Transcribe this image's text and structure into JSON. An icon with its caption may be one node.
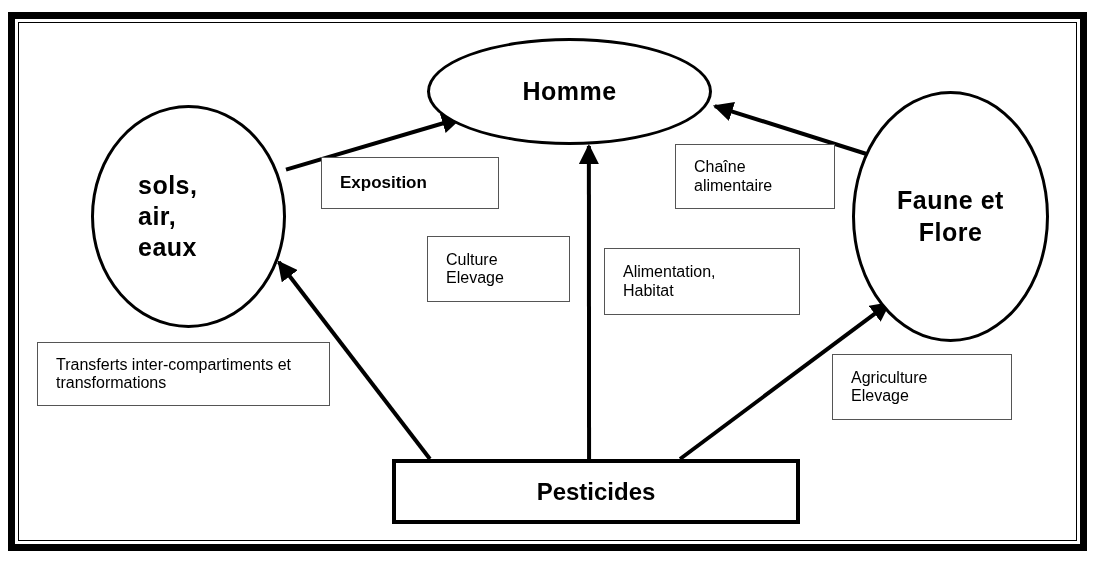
{
  "diagram": {
    "nodes": [
      {
        "text": [
          "Homme"
        ]
      },
      {
        "text": [
          "sols, air, eaux"
        ]
      },
      {
        "text": [
          "Faune et Flore"
        ]
      },
      {
        "text": [
          "Exposition"
        ]
      },
      {
        "text": [
          "Chaîne alimentaire"
        ]
      },
      {
        "text": [
          "Culture Elevage"
        ]
      },
      {
        "text": [
          "Alimentation, Habitat"
        ]
      },
      {
        "text": [
          "Transferts inter-compartiments et transformations"
        ]
      },
      {
        "text": [
          "Agriculture Elevage"
        ]
      },
      {
        "text": [
          "Pesticides"
        ]
      }
    ],
    "edges": [
      {
        "from": 1,
        "to": 0,
        "arrow": "to"
      },
      {
        "from": 2,
        "to": 0,
        "arrow": "to"
      },
      {
        "from": 9,
        "to": 0,
        "arrow": "to"
      },
      {
        "from": 9,
        "to": 1,
        "arrow": "to"
      },
      {
        "from": 9,
        "to": 2,
        "arrow": "to"
      }
    ]
  }
}
